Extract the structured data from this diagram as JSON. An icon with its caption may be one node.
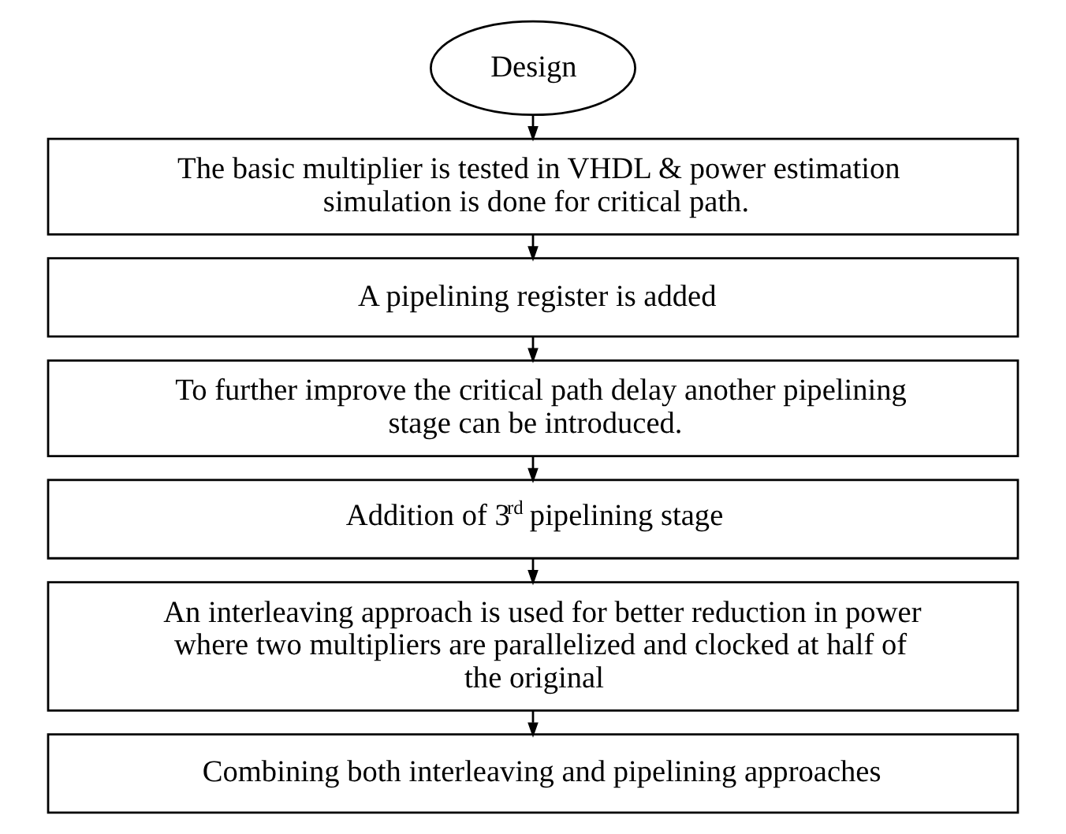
{
  "diagram": {
    "nodes": [
      {
        "text": [
          "Design"
        ]
      },
      {
        "text": [
          "The basic multiplier is tested in VHDL & power estimation simulation is done for critical path."
        ]
      },
      {
        "text": [
          "A pipelining register is added"
        ]
      },
      {
        "text": [
          "To further improve the critical path delay another pipelining stage can be introduced."
        ]
      },
      {
        "text": [
          "Addition of 3$^{rd}$ pipelining stage"
        ]
      },
      {
        "text": [
          "An interleaving approach is used for better reduction in power where two multipliers are parallelized and clocked at half of the original"
        ]
      },
      {
        "text": [
          "Combining both interleaving and pipelining approaches"
        ]
      }
    ],
    "edges": [
      {
        "from": 0,
        "to": 1,
        "arrow": "to"
      },
      {
        "from": 1,
        "to": 2,
        "arrow": "to"
      },
      {
        "from": 2,
        "to": 3,
        "arrow": "to"
      },
      {
        "from": 3,
        "to": 4,
        "arrow": "to"
      },
      {
        "from": 4,
        "to": 5,
        "arrow": "to"
      },
      {
        "from": 5,
        "to": 6,
        "arrow": "to"
      }
    ]
  }
}
